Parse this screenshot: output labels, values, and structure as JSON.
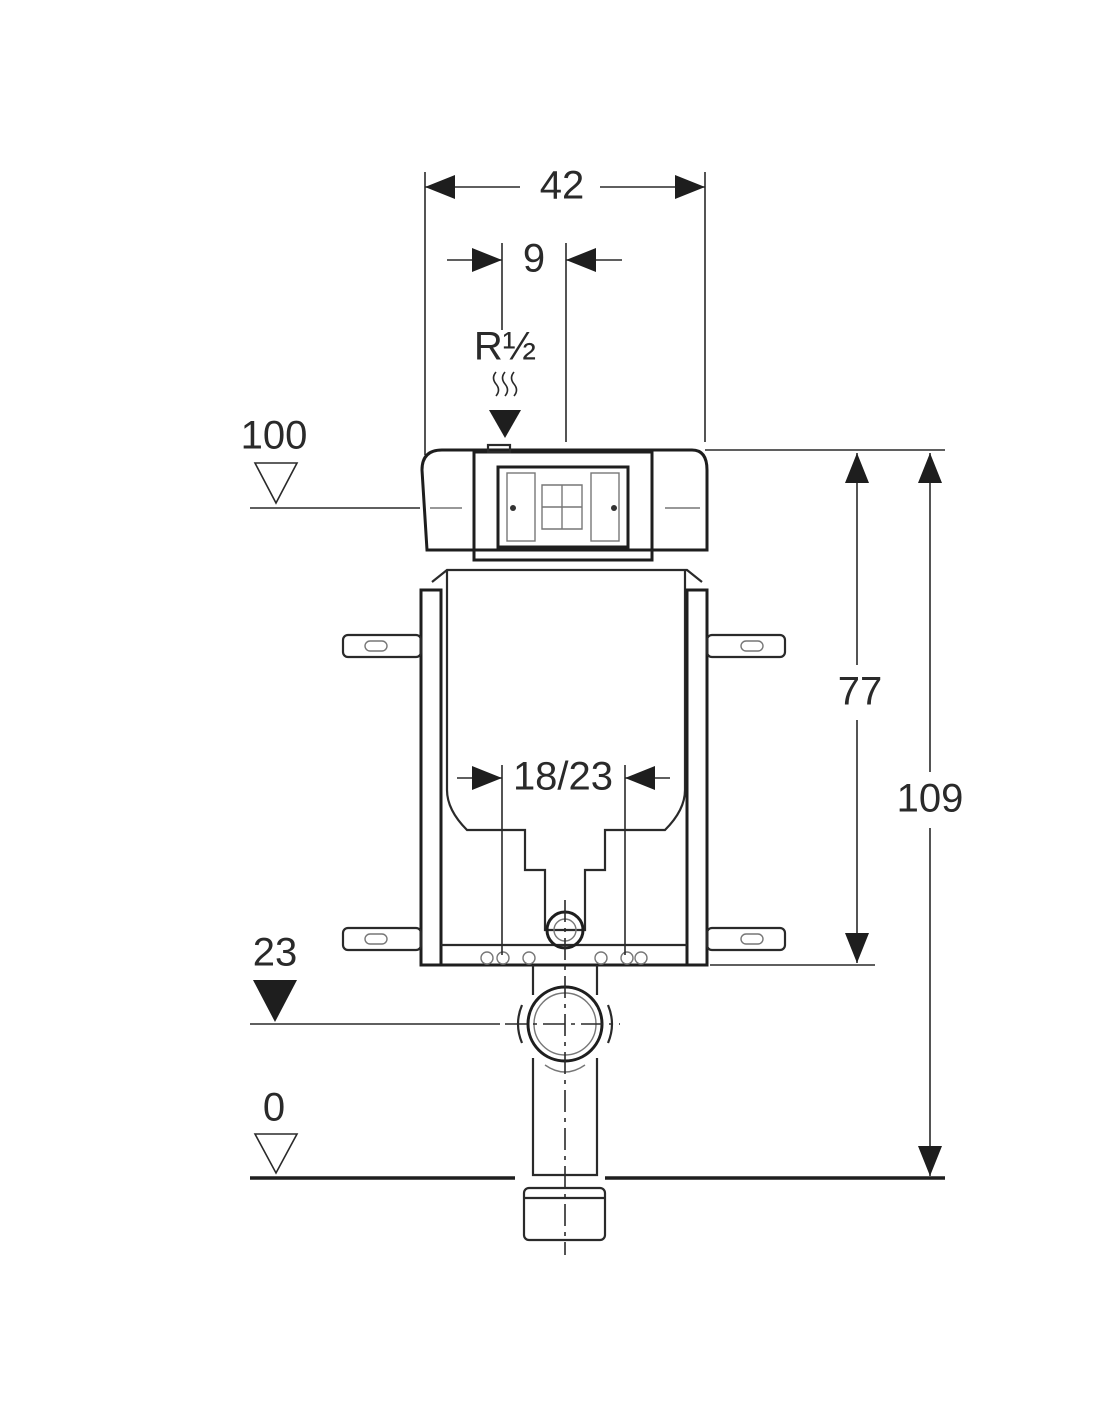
{
  "dimensions": {
    "overall_width": "42",
    "inlet_offset": "9",
    "inlet_thread": "R½",
    "level_top": "100",
    "frame_height": "77",
    "total_height": "109",
    "bolt_spacing": "18/23",
    "level_outlet": "23",
    "level_floor": "0"
  }
}
